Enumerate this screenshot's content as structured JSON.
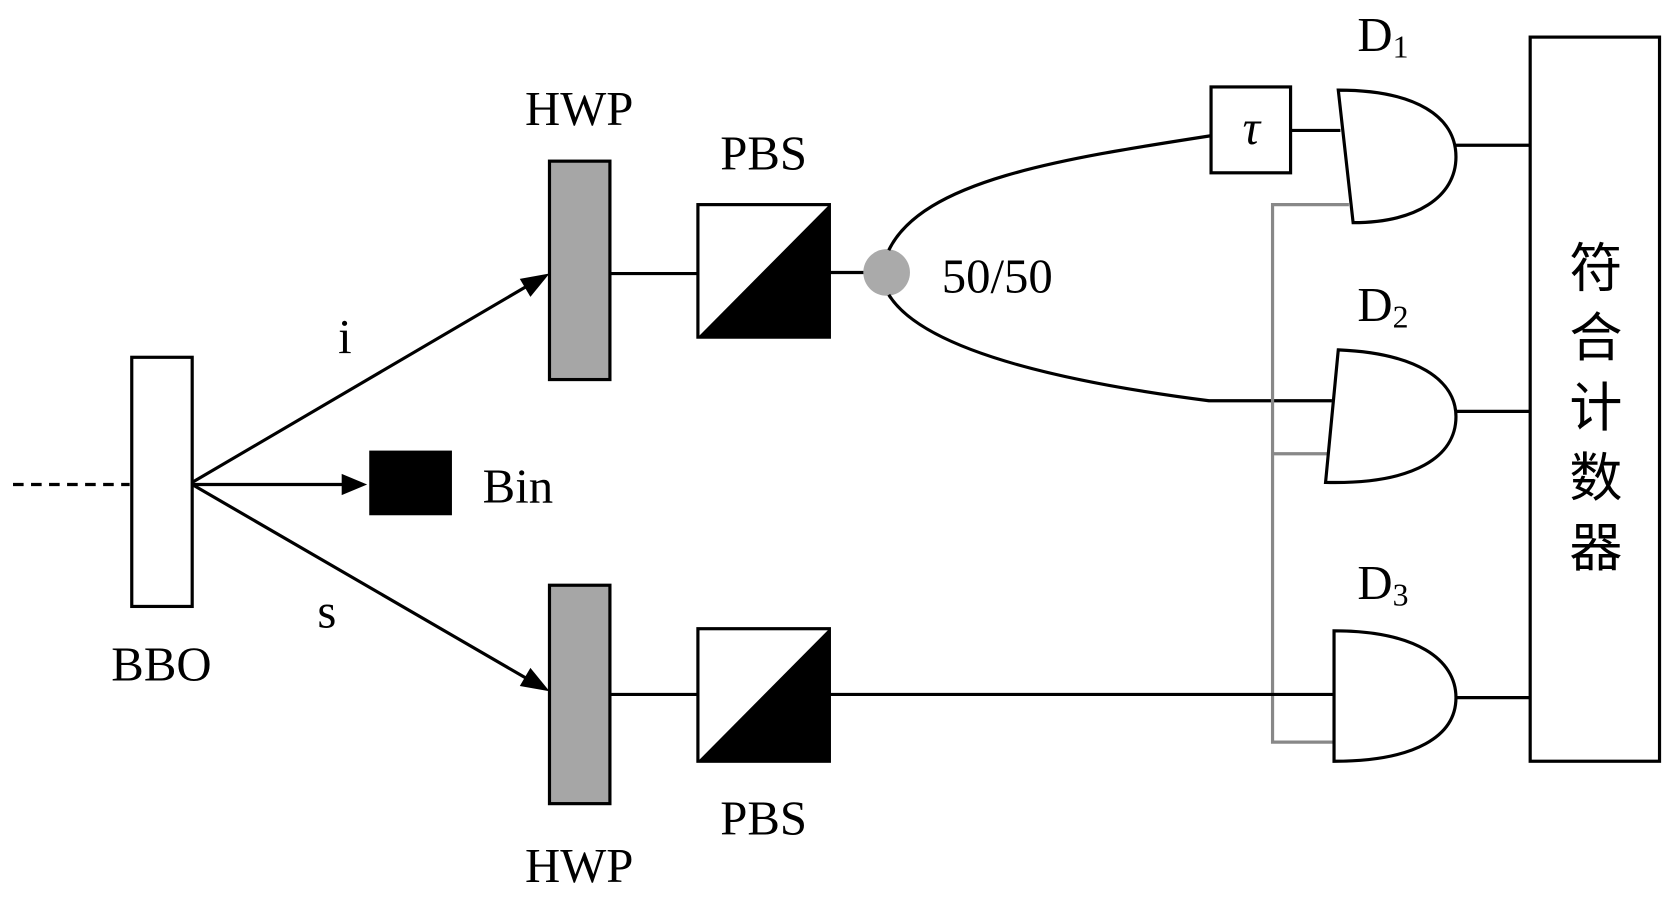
{
  "labels": {
    "bbo": "BBO",
    "idler": "i",
    "signal": "s",
    "bin": "Bin",
    "hwp_top": "HWP",
    "hwp_bottom": "HWP",
    "pbs_top": "PBS",
    "pbs_bottom": "PBS",
    "splitter": "50/50",
    "delay": "τ",
    "d1": "D",
    "d1_sub": "1",
    "d2": "D",
    "d2_sub": "2",
    "d3": "D",
    "d3_sub": "3",
    "counter": [
      "符",
      "合",
      "计",
      "数",
      "器"
    ]
  },
  "colors": {
    "waveplate": "#a6a6a6",
    "splitter": "#aaaaaa",
    "trigger_wire": "#888888"
  }
}
